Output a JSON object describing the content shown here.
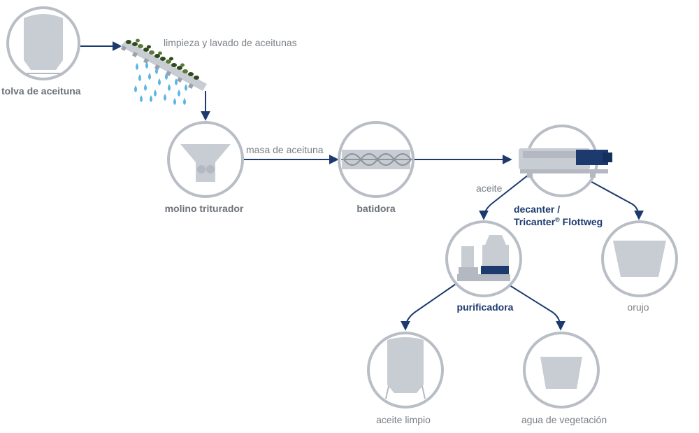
{
  "nodes": {
    "tolva": "tolva de aceituna",
    "limpieza": "limpieza y lavado de aceitunas",
    "molino": "molino triturador",
    "batidora": "batidora",
    "decanter_line1": "decanter /",
    "decanter_line2_a": "Tricanter",
    "decanter_line2_reg": "®",
    "decanter_line2_b": " Flottweg",
    "purificadora": "purificadora",
    "orujo": "orujo",
    "aceite_limpio": "aceite limpio",
    "agua": "agua de vegetación"
  },
  "flows": {
    "masa": "masa de aceituna",
    "aceite": "aceite"
  },
  "colors": {
    "flow": "#1c3a6e",
    "ring": "#b9bec6",
    "equipment": "#c8ccd3",
    "water": "#5ab4e6",
    "olive": "#2f4a1f"
  }
}
